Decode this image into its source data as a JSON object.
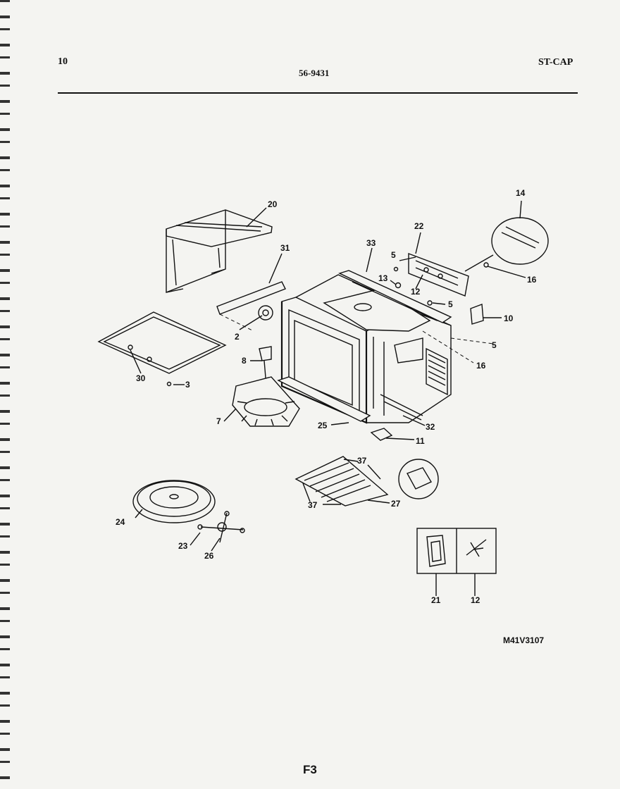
{
  "header": {
    "page_number": "10",
    "document_number": "56-9431",
    "model_code": "ST-CAP"
  },
  "callouts": [
    {
      "id": "c20",
      "text": "20"
    },
    {
      "id": "c31",
      "text": "31"
    },
    {
      "id": "c2",
      "text": "2"
    },
    {
      "id": "c30",
      "text": "30"
    },
    {
      "id": "c3",
      "text": "3"
    },
    {
      "id": "c8",
      "text": "8"
    },
    {
      "id": "c7",
      "text": "7"
    },
    {
      "id": "c25",
      "text": "25"
    },
    {
      "id": "c33",
      "text": "33"
    },
    {
      "id": "c22",
      "text": "22"
    },
    {
      "id": "c5a",
      "text": "5"
    },
    {
      "id": "c13",
      "text": "13"
    },
    {
      "id": "c12a",
      "text": "12"
    },
    {
      "id": "c5b",
      "text": "5"
    },
    {
      "id": "c14",
      "text": "14"
    },
    {
      "id": "c16a",
      "text": "16"
    },
    {
      "id": "c10",
      "text": "10"
    },
    {
      "id": "c5c",
      "text": "5"
    },
    {
      "id": "c16b",
      "text": "16"
    },
    {
      "id": "c32",
      "text": "32"
    },
    {
      "id": "c11",
      "text": "11"
    },
    {
      "id": "c37a",
      "text": "37"
    },
    {
      "id": "c37b",
      "text": "37"
    },
    {
      "id": "c27",
      "text": "27"
    },
    {
      "id": "c24",
      "text": "24"
    },
    {
      "id": "c23",
      "text": "23"
    },
    {
      "id": "c26",
      "text": "26"
    },
    {
      "id": "c21",
      "text": "21"
    },
    {
      "id": "c12b",
      "text": "12"
    }
  ],
  "figure_id": "M41V3107",
  "figure_label": "F3"
}
